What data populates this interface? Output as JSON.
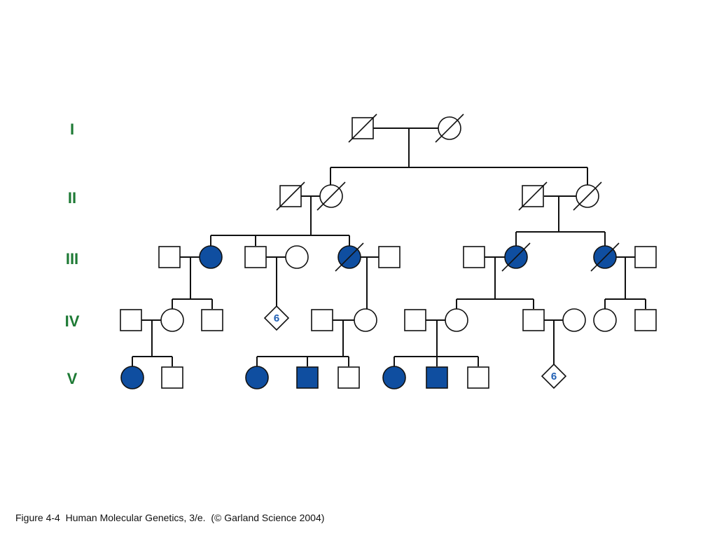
{
  "generations": [
    "I",
    "II",
    "III",
    "IV",
    "V"
  ],
  "caption": "Figure 4-4  Human Molecular Genetics, 3/e.  (© Garland Science 2004)",
  "group_counts": [
    "6",
    "6"
  ],
  "colors": {
    "affected": "#0f4ea0",
    "unaffected": "#ffffff",
    "line": "#111111",
    "label": "#1e7a35",
    "number": "#1f5fb4"
  },
  "individuals": [
    {
      "gen": "I",
      "sex": "male",
      "affected": false,
      "deceased": true
    },
    {
      "gen": "I",
      "sex": "female",
      "affected": false,
      "deceased": true
    },
    {
      "gen": "II",
      "sex": "male",
      "affected": false,
      "deceased": true
    },
    {
      "gen": "II",
      "sex": "female",
      "affected": false,
      "deceased": true
    },
    {
      "gen": "II",
      "sex": "male",
      "affected": false,
      "deceased": true
    },
    {
      "gen": "II",
      "sex": "female",
      "affected": false,
      "deceased": true
    },
    {
      "gen": "III",
      "sex": "male",
      "affected": false,
      "deceased": false
    },
    {
      "gen": "III",
      "sex": "female",
      "affected": true,
      "deceased": false
    },
    {
      "gen": "III",
      "sex": "male",
      "affected": false,
      "deceased": false
    },
    {
      "gen": "III",
      "sex": "female",
      "affected": false,
      "deceased": false
    },
    {
      "gen": "III",
      "sex": "female",
      "affected": true,
      "deceased": true
    },
    {
      "gen": "III",
      "sex": "male",
      "affected": false,
      "deceased": false
    },
    {
      "gen": "III",
      "sex": "male",
      "affected": false,
      "deceased": false
    },
    {
      "gen": "III",
      "sex": "female",
      "affected": true,
      "deceased": true
    },
    {
      "gen": "III",
      "sex": "female",
      "affected": true,
      "deceased": true
    },
    {
      "gen": "III",
      "sex": "male",
      "affected": false,
      "deceased": false
    },
    {
      "gen": "IV",
      "sex": "male",
      "affected": false,
      "deceased": false
    },
    {
      "gen": "IV",
      "sex": "female",
      "affected": false,
      "deceased": false
    },
    {
      "gen": "IV",
      "sex": "male",
      "affected": false,
      "deceased": false
    },
    {
      "gen": "IV",
      "sex": "unknown",
      "affected": false,
      "deceased": false,
      "count": "6"
    },
    {
      "gen": "IV",
      "sex": "male",
      "affected": false,
      "deceased": false
    },
    {
      "gen": "IV",
      "sex": "female",
      "affected": false,
      "deceased": false
    },
    {
      "gen": "IV",
      "sex": "male",
      "affected": false,
      "deceased": false
    },
    {
      "gen": "IV",
      "sex": "female",
      "affected": false,
      "deceased": false
    },
    {
      "gen": "IV",
      "sex": "male",
      "affected": false,
      "deceased": false
    },
    {
      "gen": "IV",
      "sex": "female",
      "affected": false,
      "deceased": false
    },
    {
      "gen": "IV",
      "sex": "female",
      "affected": false,
      "deceased": false
    },
    {
      "gen": "IV",
      "sex": "male",
      "affected": false,
      "deceased": false
    },
    {
      "gen": "V",
      "sex": "female",
      "affected": true,
      "deceased": false
    },
    {
      "gen": "V",
      "sex": "male",
      "affected": false,
      "deceased": false
    },
    {
      "gen": "V",
      "sex": "female",
      "affected": true,
      "deceased": false
    },
    {
      "gen": "V",
      "sex": "male",
      "affected": true,
      "deceased": false
    },
    {
      "gen": "V",
      "sex": "male",
      "affected": false,
      "deceased": false
    },
    {
      "gen": "V",
      "sex": "female",
      "affected": true,
      "deceased": false
    },
    {
      "gen": "V",
      "sex": "male",
      "affected": true,
      "deceased": false
    },
    {
      "gen": "V",
      "sex": "male",
      "affected": false,
      "deceased": false
    },
    {
      "gen": "V",
      "sex": "unknown",
      "affected": false,
      "deceased": false,
      "count": "6"
    }
  ]
}
